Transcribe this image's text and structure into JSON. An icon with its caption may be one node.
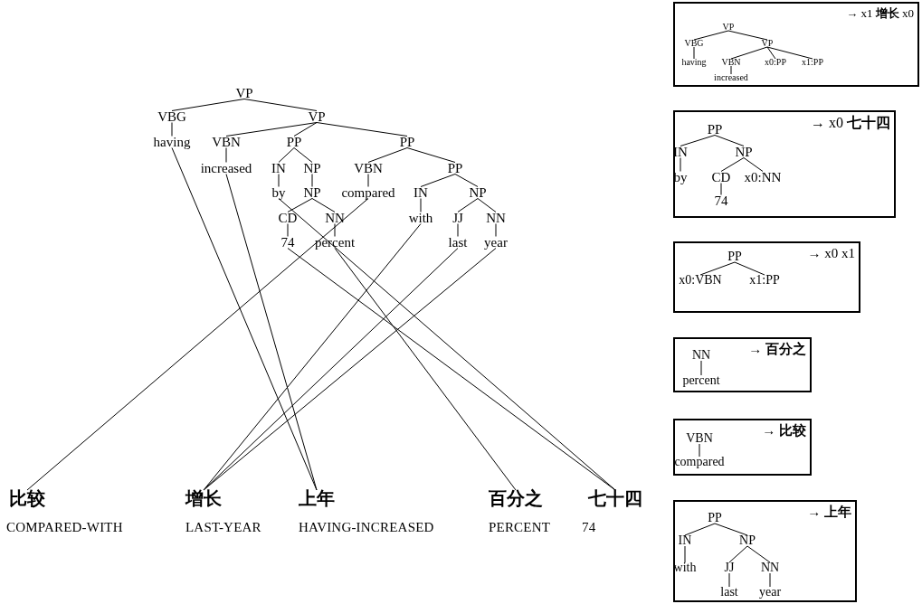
{
  "diagram": {
    "nodes": [
      {
        "text": [
          "VP"
        ]
      },
      {
        "text": [
          "VBG"
        ]
      },
      {
        "text": [
          "having"
        ]
      },
      {
        "text": [
          "VP"
        ]
      },
      {
        "text": [
          "VBN"
        ]
      },
      {
        "text": [
          "increased"
        ]
      },
      {
        "text": [
          "PP"
        ]
      },
      {
        "text": [
          "IN"
        ]
      },
      {
        "text": [
          "by"
        ]
      },
      {
        "text": [
          "NP"
        ]
      },
      {
        "text": [
          "NP"
        ]
      },
      {
        "text": [
          "CD"
        ]
      },
      {
        "text": [
          "74"
        ]
      },
      {
        "text": [
          "NN"
        ]
      },
      {
        "text": [
          "percent"
        ]
      },
      {
        "text": [
          "PP"
        ]
      },
      {
        "text": [
          "VBN"
        ]
      },
      {
        "text": [
          "compared"
        ]
      },
      {
        "text": [
          "PP"
        ]
      },
      {
        "text": [
          "IN"
        ]
      },
      {
        "text": [
          "with"
        ]
      },
      {
        "text": [
          "NP"
        ]
      },
      {
        "text": [
          "JJ"
        ]
      },
      {
        "text": [
          "last"
        ]
      },
      {
        "text": [
          "NN"
        ]
      },
      {
        "text": [
          "year"
        ]
      },
      {
        "text": [
          "比较"
        ]
      },
      {
        "text": [
          "增长"
        ]
      },
      {
        "text": [
          "上年"
        ]
      },
      {
        "text": [
          "百分之"
        ]
      },
      {
        "text": [
          "七十四"
        ]
      },
      {
        "text": [
          "→ x1 增长 x0"
        ]
      },
      {
        "text": [
          "VP"
        ],
        "in": 31
      },
      {
        "text": [
          "VBG"
        ],
        "in": 31
      },
      {
        "text": [
          "having"
        ],
        "in": 31
      },
      {
        "text": [
          "VP"
        ],
        "in": 31
      },
      {
        "text": [
          "VBN"
        ],
        "in": 31
      },
      {
        "text": [
          "increased"
        ],
        "in": 31
      },
      {
        "text": [
          "x0:PP"
        ],
        "in": 31
      },
      {
        "text": [
          "x1:PP"
        ],
        "in": 31
      },
      {
        "text": [
          "→ x0 七十四"
        ]
      },
      {
        "text": [
          "PP"
        ],
        "in": 40
      },
      {
        "text": [
          "IN"
        ],
        "in": 40
      },
      {
        "text": [
          "by"
        ],
        "in": 40
      },
      {
        "text": [
          "NP"
        ],
        "in": 40
      },
      {
        "text": [
          "CD"
        ],
        "in": 40
      },
      {
        "text": [
          "74"
        ],
        "in": 40
      },
      {
        "text": [
          "x0:NN"
        ],
        "in": 40
      },
      {
        "text": [
          "→ x0 x1"
        ]
      },
      {
        "text": [
          "PP"
        ],
        "in": 48
      },
      {
        "text": [
          "x0:VBN"
        ],
        "in": 48
      },
      {
        "text": [
          "x1:PP"
        ],
        "in": 48
      },
      {
        "text": [
          "→ 百分之"
        ]
      },
      {
        "text": [
          "NN"
        ],
        "in": 52
      },
      {
        "text": [
          "percent"
        ],
        "in": 52
      },
      {
        "text": [
          "→ 比较"
        ]
      },
      {
        "text": [
          "VBN"
        ],
        "in": 55
      },
      {
        "text": [
          "compared"
        ],
        "in": 55
      },
      {
        "text": [
          "→ 上年"
        ]
      },
      {
        "text": [
          "PP"
        ],
        "in": 58
      },
      {
        "text": [
          "IN"
        ],
        "in": 58
      },
      {
        "text": [
          "with"
        ],
        "in": 58
      },
      {
        "text": [
          "NP"
        ],
        "in": 58
      },
      {
        "text": [
          "JJ"
        ],
        "in": 58
      },
      {
        "text": [
          "last"
        ],
        "in": 58
      },
      {
        "text": [
          "NN"
        ],
        "in": 58
      },
      {
        "text": [
          "year"
        ],
        "in": 58
      }
    ],
    "edges": [
      {
        "from": 0,
        "to": 1,
        "arrow": "none"
      },
      {
        "from": 0,
        "to": 3,
        "arrow": "none"
      },
      {
        "from": 1,
        "to": 2,
        "arrow": "none"
      },
      {
        "from": 3,
        "to": 4,
        "arrow": "none"
      },
      {
        "from": 3,
        "to": 6,
        "arrow": "none"
      },
      {
        "from": 3,
        "to": 15,
        "arrow": "none"
      },
      {
        "from": 4,
        "to": 5,
        "arrow": "none"
      },
      {
        "from": 6,
        "to": 7,
        "arrow": "none"
      },
      {
        "from": 6,
        "to": 9,
        "arrow": "none"
      },
      {
        "from": 7,
        "to": 8,
        "arrow": "none"
      },
      {
        "from": 9,
        "to": 10,
        "arrow": "none"
      },
      {
        "from": 10,
        "to": 11,
        "arrow": "none"
      },
      {
        "from": 10,
        "to": 13,
        "arrow": "none"
      },
      {
        "from": 11,
        "to": 12,
        "arrow": "none"
      },
      {
        "from": 13,
        "to": 14,
        "arrow": "none"
      },
      {
        "from": 15,
        "to": 16,
        "arrow": "none"
      },
      {
        "from": 15,
        "to": 18,
        "arrow": "none"
      },
      {
        "from": 16,
        "to": 17,
        "arrow": "none"
      },
      {
        "from": 18,
        "to": 19,
        "arrow": "none"
      },
      {
        "from": 18,
        "to": 21,
        "arrow": "none"
      },
      {
        "from": 19,
        "to": 20,
        "arrow": "none"
      },
      {
        "from": 21,
        "to": 22,
        "arrow": "none"
      },
      {
        "from": 21,
        "to": 24,
        "arrow": "none"
      },
      {
        "from": 22,
        "to": 23,
        "arrow": "none"
      },
      {
        "from": 24,
        "to": 25,
        "arrow": "none"
      },
      {
        "from": 2,
        "to": 28,
        "arrow": "none"
      },
      {
        "from": 5,
        "to": 28,
        "arrow": "none"
      },
      {
        "from": 8,
        "to": 30,
        "arrow": "none"
      },
      {
        "from": 12,
        "to": 30,
        "arrow": "none"
      },
      {
        "from": 14,
        "to": 29,
        "arrow": "none"
      },
      {
        "from": 17,
        "to": 26,
        "arrow": "none"
      },
      {
        "from": 20,
        "to": 27,
        "arrow": "none"
      },
      {
        "from": 23,
        "to": 27,
        "arrow": "none"
      },
      {
        "from": 25,
        "to": 27,
        "arrow": "none"
      },
      {
        "from": 32,
        "to": 33,
        "arrow": "none"
      },
      {
        "from": 32,
        "to": 35,
        "arrow": "none"
      },
      {
        "from": 33,
        "to": 34,
        "arrow": "none"
      },
      {
        "from": 35,
        "to": 36,
        "arrow": "none"
      },
      {
        "from": 35,
        "to": 38,
        "arrow": "none"
      },
      {
        "from": 35,
        "to": 39,
        "arrow": "none"
      },
      {
        "from": 36,
        "to": 37,
        "arrow": "none"
      },
      {
        "from": 41,
        "to": 42,
        "arrow": "none"
      },
      {
        "from": 41,
        "to": 44,
        "arrow": "none"
      },
      {
        "from": 42,
        "to": 43,
        "arrow": "none"
      },
      {
        "from": 44,
        "to": 45,
        "arrow": "none"
      },
      {
        "from": 44,
        "to": 47,
        "arrow": "none"
      },
      {
        "from": 45,
        "to": 46,
        "arrow": "none"
      },
      {
        "from": 49,
        "to": 50,
        "arrow": "none"
      },
      {
        "from": 49,
        "to": 51,
        "arrow": "none"
      },
      {
        "from": 53,
        "to": 54,
        "arrow": "none"
      },
      {
        "from": 56,
        "to": 57,
        "arrow": "none"
      },
      {
        "from": 59,
        "to": 60,
        "arrow": "none"
      },
      {
        "from": 59,
        "to": 62,
        "arrow": "none"
      },
      {
        "from": 60,
        "to": 61,
        "arrow": "none"
      },
      {
        "from": 62,
        "to": 63,
        "arrow": "none"
      },
      {
        "from": 62,
        "to": 65,
        "arrow": "none"
      },
      {
        "from": 63,
        "to": 64,
        "arrow": "none"
      },
      {
        "from": 65,
        "to": 66,
        "arrow": "none"
      }
    ],
    "labels": [
      "COMPARED-WITH",
      "LAST-YEAR",
      "HAVING-INCREASED",
      "PERCENT",
      "74"
    ]
  }
}
